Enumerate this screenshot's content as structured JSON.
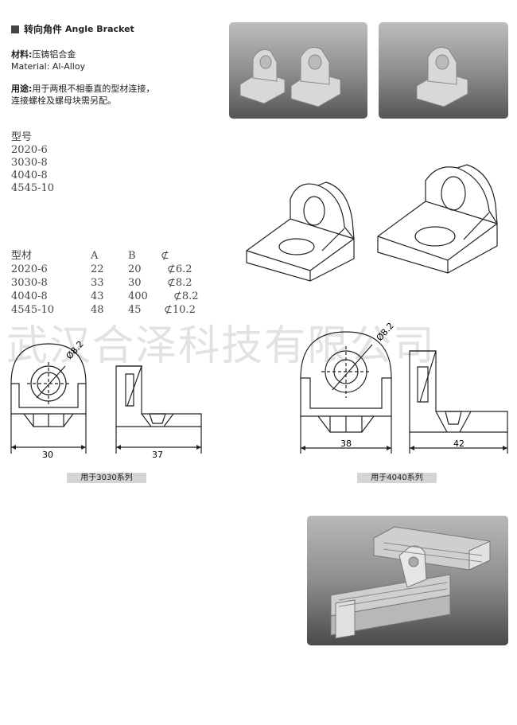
{
  "header": {
    "title_cn": "转向角件",
    "title_en": "Angle Bracket"
  },
  "material": {
    "label_cn": "材料:",
    "value_cn": "压铸铝合金",
    "line_en": "Material: Al-Alloy"
  },
  "usage": {
    "label": "用途:",
    "line1": "用于两根不相垂直的型材连接，",
    "line2": "连接螺栓及螺母块需另配。"
  },
  "models": {
    "heading": "型号",
    "items": [
      "2020-6",
      "3030-8",
      "4040-8",
      "4545-10"
    ]
  },
  "spec_table": {
    "headers": [
      "型材",
      "A",
      "B",
      "⊄"
    ],
    "rows": [
      [
        "2020-6",
        "22",
        "20",
        "⊄6.2"
      ],
      [
        "3030-8",
        "33",
        "30",
        "⊄8.2"
      ],
      [
        "4040-8",
        "43",
        "400",
        "⊄8.2"
      ],
      [
        "4545-10",
        "48",
        "45",
        "⊄10.2"
      ]
    ]
  },
  "watermark": "武汉合泽科技有限公司",
  "drawing_3030": {
    "diameter": "Ø8.2",
    "dim_front": "30",
    "dim_side": "37",
    "label": "用于3030系列"
  },
  "drawing_4040": {
    "diameter": "Ø8.2",
    "dim_front": "38",
    "dim_side": "42",
    "label": "用于4040系列"
  },
  "colors": {
    "photo_bg_top": "#bdbdbd",
    "photo_bg_bottom": "#555555",
    "label_bg": "#d4d4d4"
  }
}
